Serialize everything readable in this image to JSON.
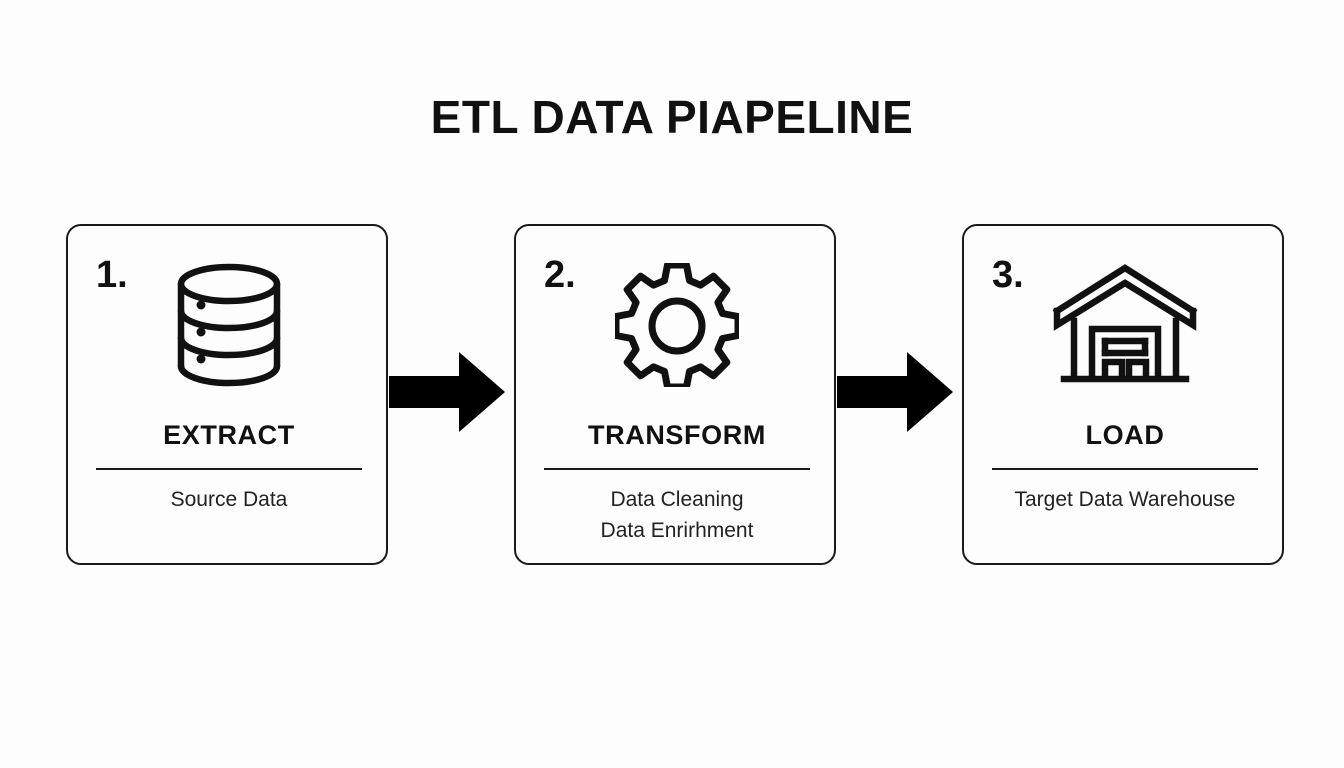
{
  "diagram": {
    "title": "ETL DATA PIAPELINE",
    "background_color": "#fdfdfd",
    "ink_color": "#111111",
    "arrow_color": "#000000"
  },
  "stages": [
    {
      "number": "1.",
      "icon": "database-icon",
      "heading": "EXTRACT",
      "detail_lines": [
        "Source Data"
      ]
    },
    {
      "number": "2.",
      "icon": "gear-icon",
      "heading": "TRANSFORM",
      "detail_lines": [
        "Data Cleaning",
        "Data Enrirhment"
      ]
    },
    {
      "number": "3.",
      "icon": "warehouse-icon",
      "heading": "LOAD",
      "detail_lines": [
        "Target Data Warehouse"
      ]
    }
  ],
  "connectors": [
    {
      "name": "arrow-extract-to-transform",
      "direction": "right"
    },
    {
      "name": "arrow-transform-to-load",
      "direction": "right"
    }
  ]
}
